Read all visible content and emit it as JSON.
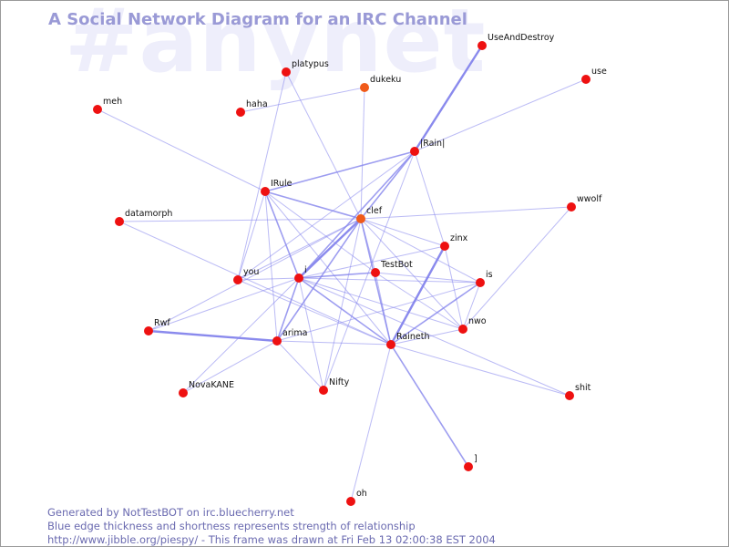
{
  "channel_watermark": "#anynet",
  "title": "A Social Network Diagram for an IRC Channel",
  "footer": {
    "line1": "Generated by NotTestBOT on irc.bluecherry.net",
    "line2": "Blue edge thickness and shortness represents strength of relationship",
    "line3": "http://www.jibble.org/piespy/ - This frame was drawn at Fri Feb 13 02:00:38 EST 2004"
  },
  "colors": {
    "node": "#ee1111",
    "node_highlight": "#f05a1a",
    "edge": "#8484ec",
    "title": "#9a9ad6",
    "footer": "#6a6ab0",
    "watermark": "#eeeefb"
  },
  "nodes": [
    {
      "id": "UseAndDestroy",
      "label": "UseAndDestroy"
    },
    {
      "id": "use",
      "label": "use"
    },
    {
      "id": "platypus",
      "label": "platypus"
    },
    {
      "id": "dukeku",
      "label": "dukeku",
      "highlight": true
    },
    {
      "id": "meh",
      "label": "meh"
    },
    {
      "id": "haha",
      "label": "haha"
    },
    {
      "id": "IRain",
      "label": "|Rain|"
    },
    {
      "id": "IRule",
      "label": "IRule"
    },
    {
      "id": "wwolf",
      "label": "wwolf"
    },
    {
      "id": "datamorph",
      "label": "datamorph"
    },
    {
      "id": "clef",
      "label": "clef",
      "highlight": true
    },
    {
      "id": "zinx",
      "label": "zinx"
    },
    {
      "id": "TestBot",
      "label": "TestBot"
    },
    {
      "id": "you",
      "label": "you"
    },
    {
      "id": "i",
      "label": "i"
    },
    {
      "id": "is",
      "label": "is"
    },
    {
      "id": "Rwf",
      "label": "Rwf"
    },
    {
      "id": "arima",
      "label": "arima"
    },
    {
      "id": "nwo",
      "label": "nwo"
    },
    {
      "id": "Raineth",
      "label": "Raineth"
    },
    {
      "id": "NovaKANE",
      "label": "NovaKANE"
    },
    {
      "id": "Nifty",
      "label": "Nifty"
    },
    {
      "id": "shit",
      "label": "shit"
    },
    {
      "id": "bracket",
      "label": "]"
    },
    {
      "id": "oh",
      "label": "oh"
    }
  ],
  "edges": [
    {
      "source": "UseAndDestroy",
      "target": "IRain",
      "strength": 3
    },
    {
      "source": "use",
      "target": "IRain",
      "strength": 1
    },
    {
      "source": "dukeku",
      "target": "haha",
      "strength": 1
    },
    {
      "source": "dukeku",
      "target": "clef",
      "strength": 1
    },
    {
      "source": "platypus",
      "target": "clef",
      "strength": 1
    },
    {
      "source": "platypus",
      "target": "you",
      "strength": 1
    },
    {
      "source": "meh",
      "target": "IRule",
      "strength": 1
    },
    {
      "source": "IRain",
      "target": "IRule",
      "strength": 2
    },
    {
      "source": "IRain",
      "target": "clef",
      "strength": 2
    },
    {
      "source": "IRain",
      "target": "i",
      "strength": 2
    },
    {
      "source": "IRain",
      "target": "zinx",
      "strength": 1
    },
    {
      "source": "IRain",
      "target": "you",
      "strength": 1
    },
    {
      "source": "IRain",
      "target": "Nifty",
      "strength": 1
    },
    {
      "source": "IRule",
      "target": "clef",
      "strength": 2
    },
    {
      "source": "IRule",
      "target": "i",
      "strength": 2
    },
    {
      "source": "IRule",
      "target": "TestBot",
      "strength": 1
    },
    {
      "source": "IRule",
      "target": "Raineth",
      "strength": 1
    },
    {
      "source": "IRule",
      "target": "you",
      "strength": 1
    },
    {
      "source": "IRule",
      "target": "arima",
      "strength": 1
    },
    {
      "source": "datamorph",
      "target": "clef",
      "strength": 1
    },
    {
      "source": "datamorph",
      "target": "Raineth",
      "strength": 1
    },
    {
      "source": "wwolf",
      "target": "clef",
      "strength": 1
    },
    {
      "source": "wwolf",
      "target": "nwo",
      "strength": 1
    },
    {
      "source": "clef",
      "target": "i",
      "strength": 3
    },
    {
      "source": "clef",
      "target": "zinx",
      "strength": 1
    },
    {
      "source": "clef",
      "target": "TestBot",
      "strength": 1
    },
    {
      "source": "clef",
      "target": "is",
      "strength": 1
    },
    {
      "source": "clef",
      "target": "Raineth",
      "strength": 2
    },
    {
      "source": "clef",
      "target": "nwo",
      "strength": 1
    },
    {
      "source": "clef",
      "target": "arima",
      "strength": 2
    },
    {
      "source": "clef",
      "target": "Rwf",
      "strength": 1
    },
    {
      "source": "clef",
      "target": "Nifty",
      "strength": 1
    },
    {
      "source": "clef",
      "target": "you",
      "strength": 1
    },
    {
      "source": "zinx",
      "target": "Raineth",
      "strength": 3
    },
    {
      "source": "zinx",
      "target": "i",
      "strength": 1
    },
    {
      "source": "zinx",
      "target": "nwo",
      "strength": 1
    },
    {
      "source": "TestBot",
      "target": "i",
      "strength": 2
    },
    {
      "source": "TestBot",
      "target": "Raineth",
      "strength": 1
    },
    {
      "source": "TestBot",
      "target": "is",
      "strength": 1
    },
    {
      "source": "TestBot",
      "target": "nwo",
      "strength": 1
    },
    {
      "source": "you",
      "target": "i",
      "strength": 1
    },
    {
      "source": "you",
      "target": "Raineth",
      "strength": 1
    },
    {
      "source": "i",
      "target": "Raineth",
      "strength": 2
    },
    {
      "source": "i",
      "target": "arima",
      "strength": 2
    },
    {
      "source": "i",
      "target": "is",
      "strength": 1
    },
    {
      "source": "i",
      "target": "Rwf",
      "strength": 1
    },
    {
      "source": "i",
      "target": "NovaKANE",
      "strength": 1
    },
    {
      "source": "i",
      "target": "nwo",
      "strength": 1
    },
    {
      "source": "i",
      "target": "shit",
      "strength": 1
    },
    {
      "source": "i",
      "target": "Nifty",
      "strength": 1
    },
    {
      "source": "is",
      "target": "Raineth",
      "strength": 2
    },
    {
      "source": "is",
      "target": "arima",
      "strength": 1
    },
    {
      "source": "is",
      "target": "nwo",
      "strength": 1
    },
    {
      "source": "Rwf",
      "target": "arima",
      "strength": 3
    },
    {
      "source": "arima",
      "target": "NovaKANE",
      "strength": 1
    },
    {
      "source": "arima",
      "target": "Nifty",
      "strength": 1
    },
    {
      "source": "arima",
      "target": "Raineth",
      "strength": 1
    },
    {
      "source": "Raineth",
      "target": "nwo",
      "strength": 1
    },
    {
      "source": "Raineth",
      "target": "shit",
      "strength": 1
    },
    {
      "source": "Raineth",
      "target": "bracket",
      "strength": 2
    },
    {
      "source": "Raineth",
      "target": "oh",
      "strength": 1
    }
  ]
}
